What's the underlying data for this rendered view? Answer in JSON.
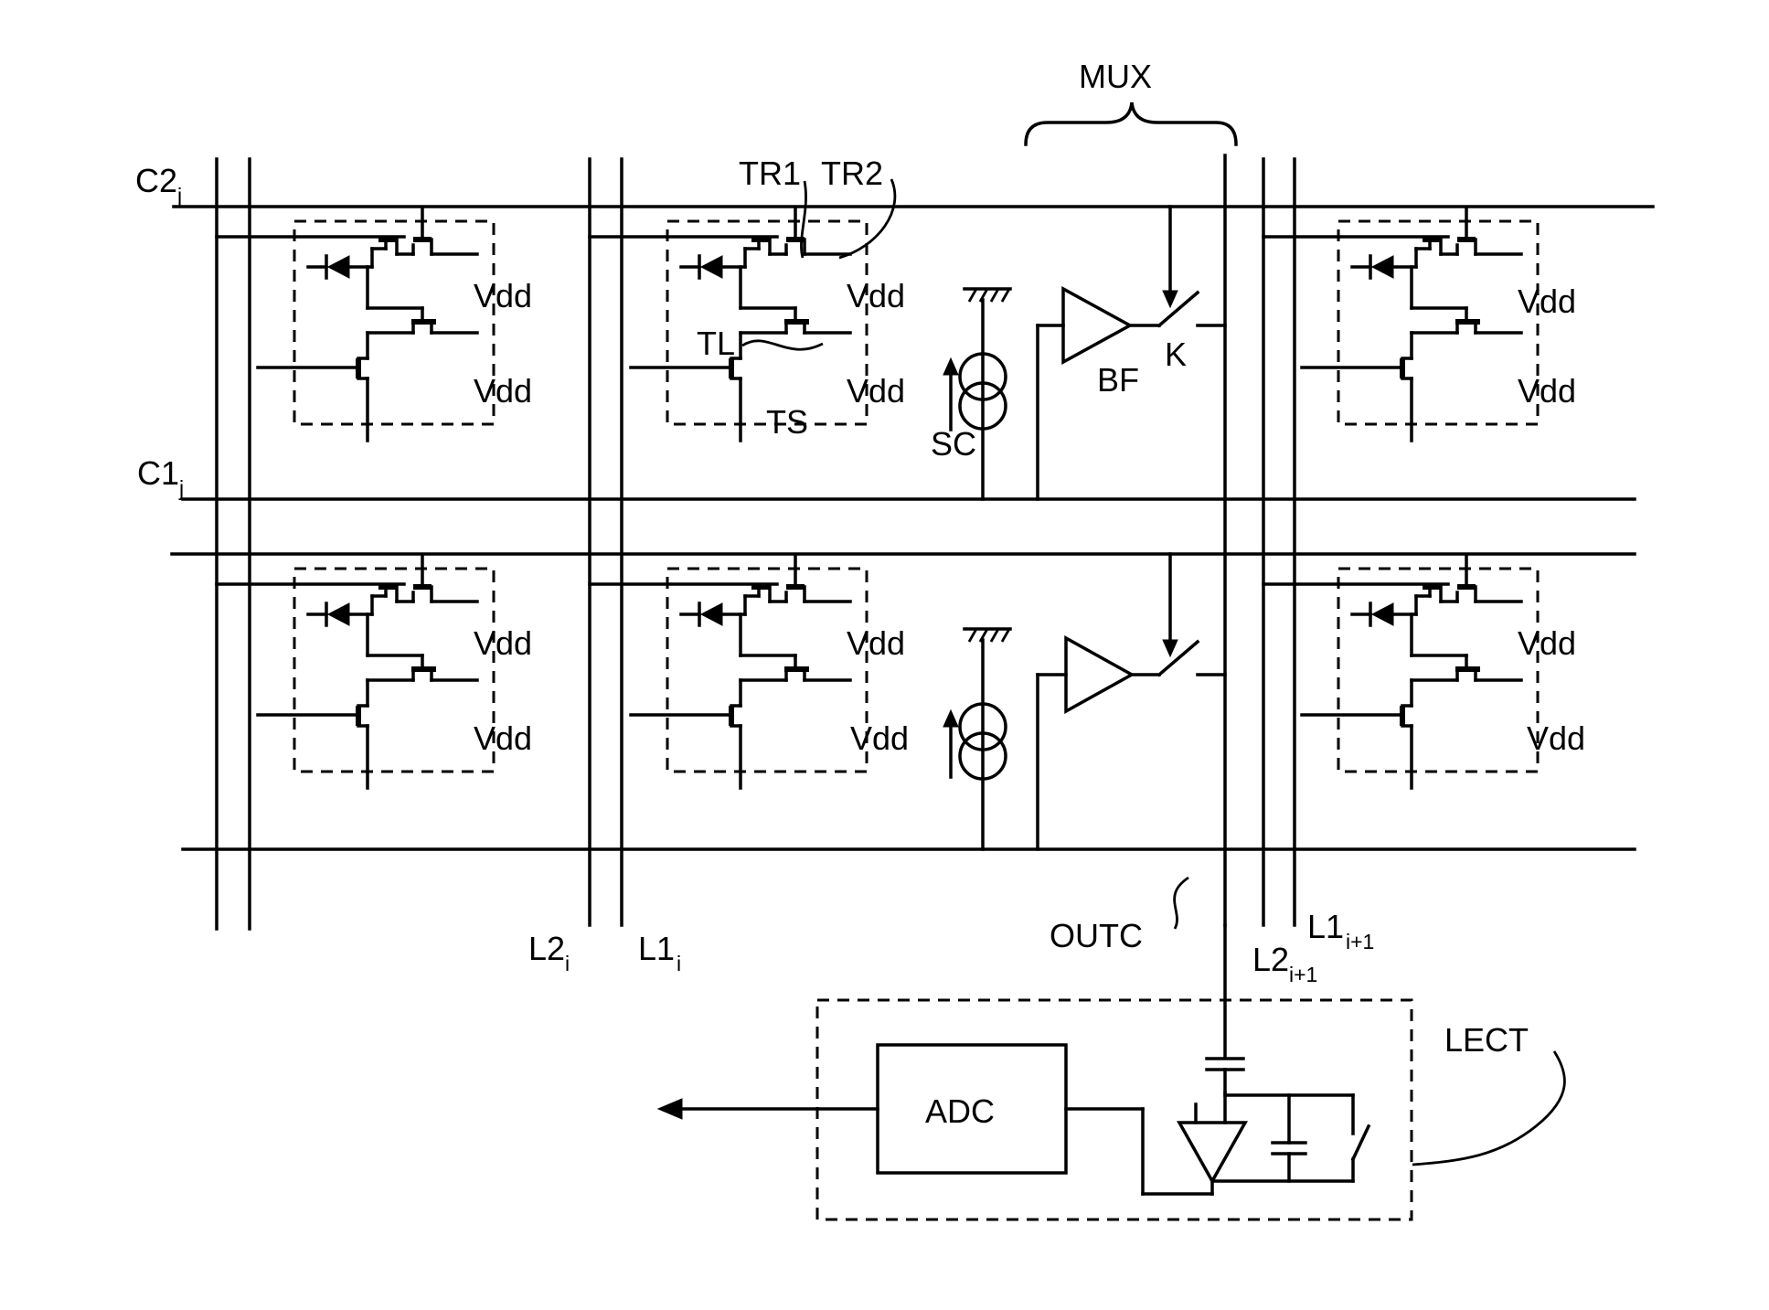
{
  "labels": {
    "mux": "MUX",
    "c2": "C2",
    "c2_sub": "j",
    "c1": "C1",
    "c1_sub": "j",
    "tr1": "TR1",
    "tr2": "TR2",
    "tl": "TL",
    "ts": "TS",
    "sc": "SC",
    "bf": "BF",
    "k": "K",
    "vdd": "Vdd",
    "l2i": "L2",
    "l2i_sub": "i",
    "l1i": "L1",
    "l1i_sub": "i",
    "outc": "OUTC",
    "l2i1": "L2",
    "l2i1_sub": "i+1",
    "l1i1": "L1",
    "l1i1_sub": "i+1",
    "lect": "LECT",
    "adc": "ADC"
  }
}
